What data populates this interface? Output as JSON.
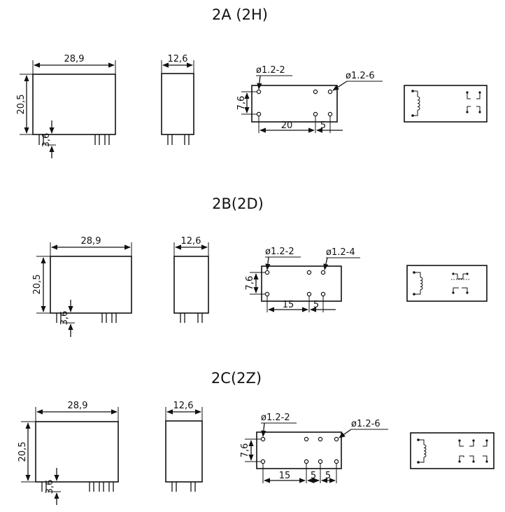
{
  "sections": [
    {
      "title": "2A (2H)",
      "front": {
        "width": "28,9",
        "height": "20,5",
        "pin": "3,6"
      },
      "side": {
        "width": "12,6"
      },
      "footprint": {
        "hole_a": "ø1.2-2",
        "hole_b": "ø1.2-6",
        "row": "7,6",
        "pitch_a": "20",
        "pitch_b": "5"
      },
      "schematic": {
        "contacts": "2 NO"
      }
    },
    {
      "title": "2B(2D)",
      "front": {
        "width": "28,9",
        "height": "20,5",
        "pin": "3,6"
      },
      "side": {
        "width": "12,6"
      },
      "footprint": {
        "hole_a": "ø1.2-2",
        "hole_b": "ø1.2-4",
        "row": "7,6",
        "pitch_a": "15",
        "pitch_b": "5"
      },
      "schematic": {
        "contacts": "2 NC"
      }
    },
    {
      "title": "2C(2Z)",
      "front": {
        "width": "28,9",
        "height": "20,5",
        "pin": "3,6"
      },
      "side": {
        "width": "12,6"
      },
      "footprint": {
        "hole_a": "ø1.2-2",
        "hole_b": "ø1.2-6",
        "row": "7,6",
        "pitch_a": "15",
        "pitch_b": "5",
        "pitch_c": "5"
      },
      "schematic": {
        "contacts": "2 CO"
      }
    }
  ]
}
